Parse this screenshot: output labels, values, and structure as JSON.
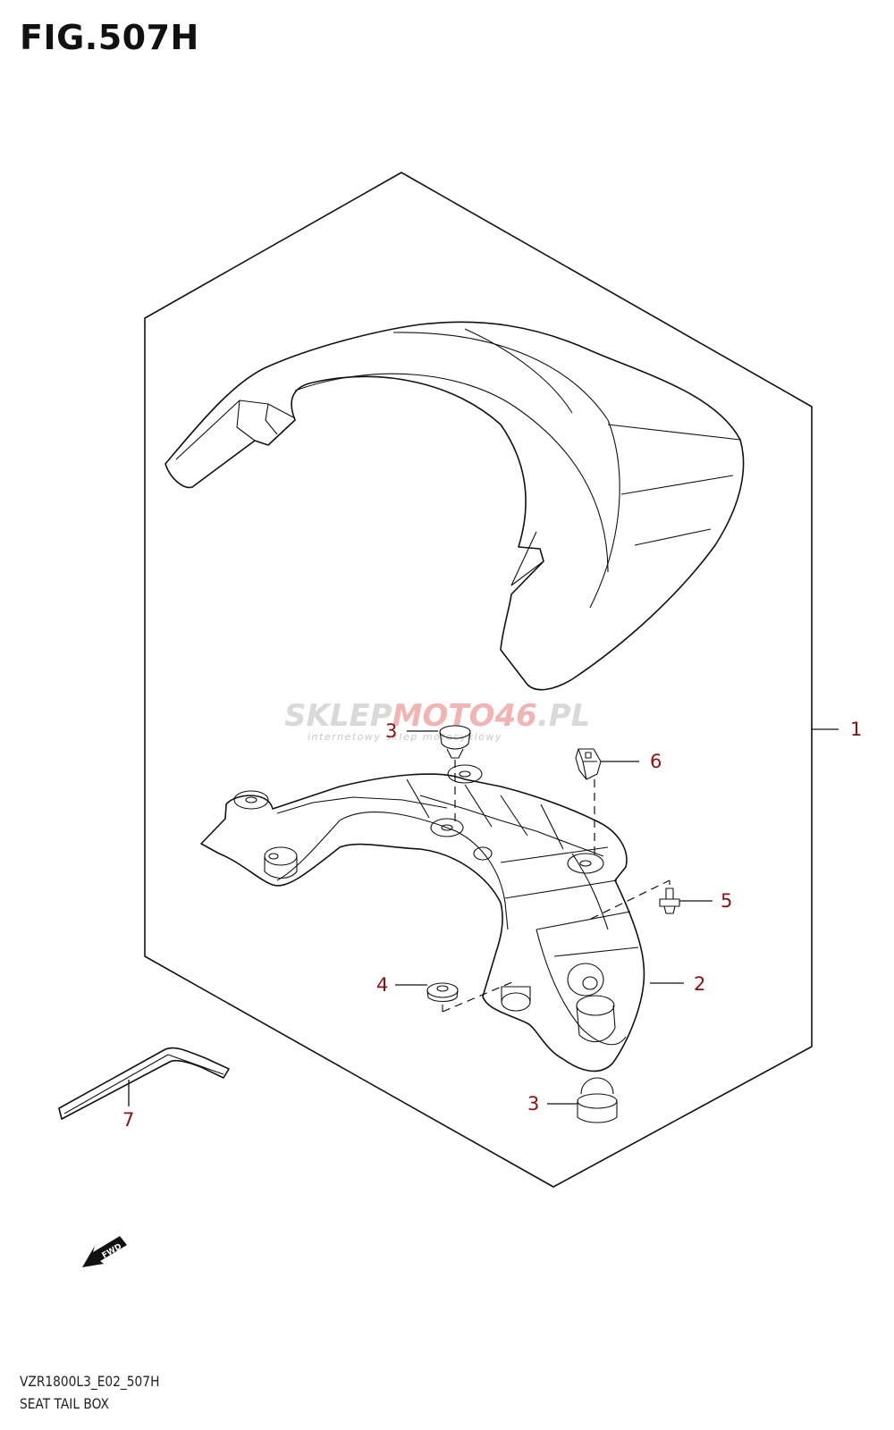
{
  "figure": {
    "title": "FIG.507H",
    "model_code": "VZR1800L3_E02_507H",
    "name": "SEAT TAIL BOX"
  },
  "watermark": {
    "brand_part1": "SKLEP",
    "brand_part2": "MOTO46",
    "brand_part3": ".PL",
    "tagline": "internetowy sklep motocyklowy"
  },
  "fwd_label": "FWD",
  "callouts": [
    {
      "id": "c1",
      "label": "1",
      "part": "seat tail box assembly"
    },
    {
      "id": "c2",
      "label": "2",
      "part": "bracket"
    },
    {
      "id": "c3a",
      "label": "3",
      "part": "cushion"
    },
    {
      "id": "c3b",
      "label": "3",
      "part": "cushion"
    },
    {
      "id": "c4",
      "label": "4",
      "part": "cushion"
    },
    {
      "id": "c5",
      "label": "5",
      "part": "screw"
    },
    {
      "id": "c6",
      "label": "6",
      "part": "nut"
    },
    {
      "id": "c7",
      "label": "7",
      "part": "hex wrench"
    }
  ],
  "colors": {
    "callout": "#8b1010",
    "line": "#111111",
    "watermark_gray": "#d9d9d9",
    "watermark_red": "#f2b3b3"
  }
}
